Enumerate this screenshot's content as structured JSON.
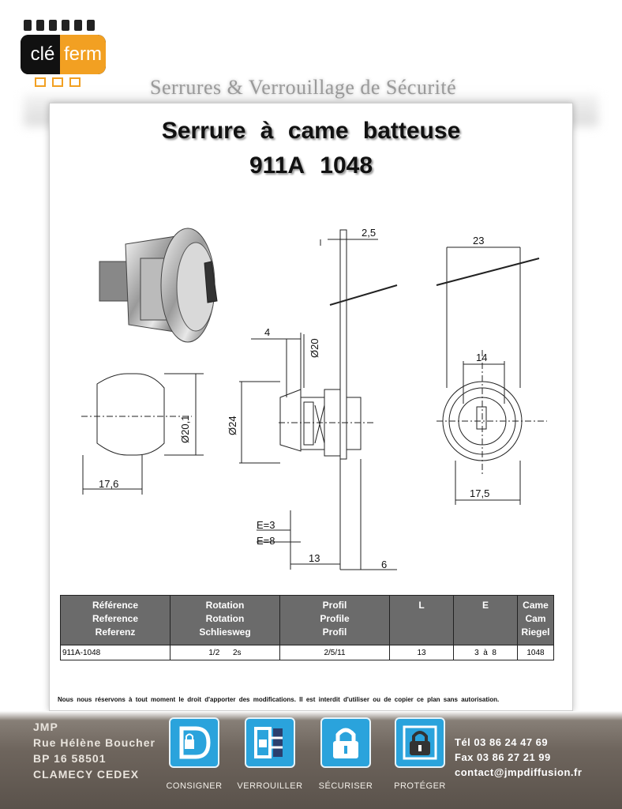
{
  "brand": {
    "logo_left": "clé",
    "logo_right": "ferm",
    "tagline": "Serrures & Verrouillage de Sécurité"
  },
  "document": {
    "title_line1": "Serrure à came batteuse",
    "title_line2": "911A 1048"
  },
  "drawing": {
    "dim_2_5": "2,5",
    "dim_23": "23",
    "dim_4": "4",
    "dim_d20": "Ø20",
    "dim_14": "14",
    "dim_d20_1": "Ø20,1",
    "dim_d24": "Ø24",
    "dim_17_6": "17,6",
    "dim_17_5": "17,5",
    "dim_e3": "E=3",
    "dim_e8": "E=8",
    "dim_13": "13",
    "dim_6": "6"
  },
  "spec_table": {
    "headers": [
      [
        "Référence",
        "Reference",
        "Referenz"
      ],
      [
        "Rotation",
        "Rotation",
        "Schliesweg"
      ],
      [
        "Profil",
        "Profile",
        "Profil"
      ],
      [
        "L"
      ],
      [
        "E"
      ],
      [
        "Came",
        "Cam",
        "Riegel"
      ]
    ],
    "row": [
      "911A-1048",
      "1/2      2s",
      "2/5/11",
      "13",
      "3  à  8",
      "1048"
    ]
  },
  "disclaimer": "Nous nous réservons à tout moment le droit d'apporter des modifications. Il est interdit d'utiliser ou de copier ce plan sans autorisation.",
  "footer": {
    "address": [
      "JMP",
      "Rue Hélène Boucher",
      "BP 16 58501",
      "CLAMECY CEDEX"
    ],
    "phone": "Tél 03 86 24 47 69",
    "fax": "Fax 03 86 27 21 99",
    "email": "contact@jmpdiffusion.fr",
    "actions": [
      "CONSIGNER",
      "VERROUILLER",
      "SÉCURISER",
      "PROTÉGER"
    ]
  }
}
